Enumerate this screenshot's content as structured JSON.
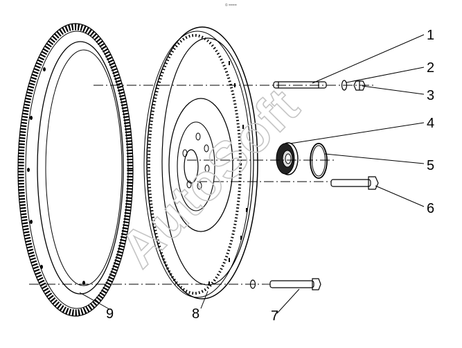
{
  "header_mark": "© ====",
  "watermark": "AutoSoft",
  "callouts": {
    "c1": "1",
    "c2": "2",
    "c3": "3",
    "c4": "4",
    "c5": "5",
    "c6": "6",
    "c7": "7",
    "c8": "8",
    "c9": "9"
  }
}
